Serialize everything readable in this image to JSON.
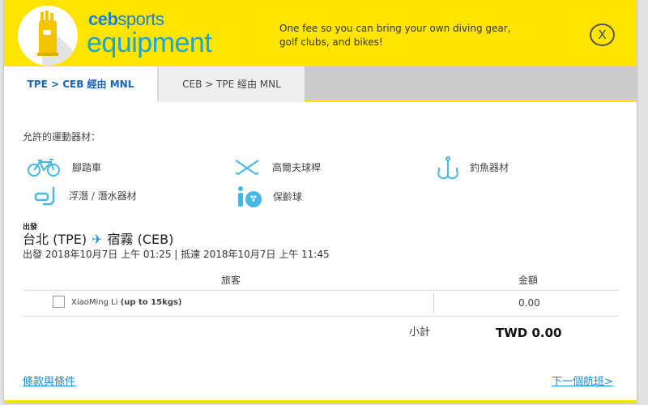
{
  "header": {
    "brand_prefix": "ceb",
    "brand_suffix": "sports",
    "brand_main": "equipment",
    "tagline": "One fee so you can bring your own diving gear, golf clubs, and bikes!",
    "close_label": "X"
  },
  "tabs": [
    {
      "label": "TPE > CEB 經由 MNL",
      "active": true
    },
    {
      "label": "CEB > TPE 經由 MNL",
      "active": false
    }
  ],
  "allowed_title": "允許的運動器材：",
  "sports": [
    {
      "icon": "bicycle-icon",
      "label": "腳踏車"
    },
    {
      "icon": "golf-clubs-icon",
      "label": "高爾夫球桿"
    },
    {
      "icon": "fishing-hook-icon",
      "label": "釣魚器材"
    },
    {
      "icon": "snorkel-icon",
      "label": "浮潛 / 潛水器材"
    },
    {
      "icon": "bowling-icon",
      "label": "保齡球"
    }
  ],
  "flight": {
    "direction_label": "出發",
    "origin": "台北 (TPE)",
    "destination": "宿霧 (CEB)",
    "times": "出發 2018年10月7日 上午 01:25 | 抵達 2018年10月7日 上午 11:45"
  },
  "table": {
    "headers": {
      "passenger": "旅客",
      "amount": "金額"
    },
    "rows": [
      {
        "name": "XiaoMing Li",
        "allowance": "(up to 15kgs)",
        "amount": "0.00",
        "checked": false
      }
    ],
    "subtotal_label": "小計",
    "subtotal_value": "TWD 0.00"
  },
  "footer": {
    "terms_link": "條款與條件",
    "next_link": "下一個航班>"
  },
  "colors": {
    "brand_yellow": "#ffe400",
    "accent_blue": "#1b9ad6",
    "link_blue": "#1a8ad8"
  }
}
